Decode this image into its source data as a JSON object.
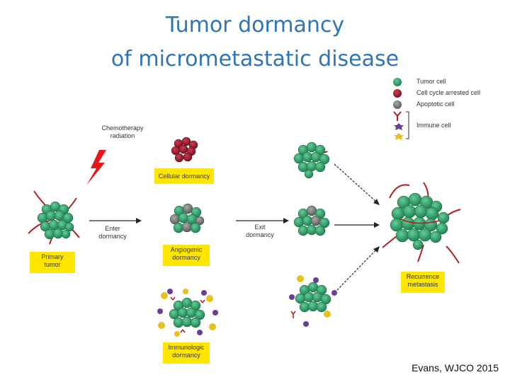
{
  "title_line1": "Tumor dormancy",
  "title_line2": "of micrometastatic disease",
  "legend": {
    "tumor_cell": "Tumor cell",
    "arrested_cell": "Cell cycle arrested cell",
    "apoptotic_cell": "Apoptotic cell",
    "immune_cell": "Immune cell"
  },
  "labels": {
    "chemo": "Chemotherapy\nradiation",
    "primary": "Primary\ntumor",
    "enter": "Enter\ndormancy",
    "cellular": "Cellular dormancy",
    "angiogenic": "Angiogenic\ndormancy",
    "immunologic": "Immunologic\ndormancy",
    "exit": "Exit\ndormancy",
    "recurrence": "Recurrence\nmetastasis"
  },
  "credit": "Evans, WJCO 2015",
  "colors": {
    "title": "#2e75b6",
    "tumor": "#2e9e6a",
    "arrested": "#9b1b2e",
    "apoptotic": "#7a7a7a",
    "vessel": "#b01e1e",
    "label_box": "#ffe600"
  }
}
